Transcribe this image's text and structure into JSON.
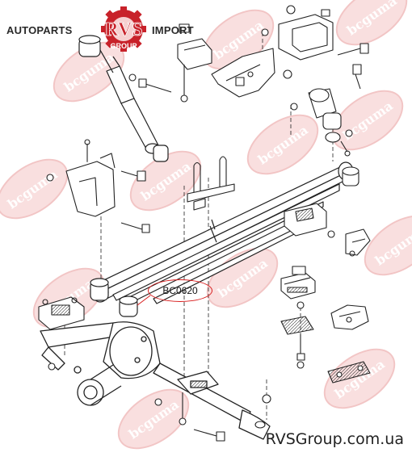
{
  "header": {
    "brand_left": "AUTOPARTS",
    "brand_right": "IMPORT",
    "logo_main": "RVS",
    "logo_sub": "GROUP"
  },
  "watermark_text": "bcguma",
  "callout": {
    "label": "BC0620"
  },
  "footer": {
    "site": "RVSGroup.com.ua"
  },
  "colors": {
    "accent": "#d81e1e",
    "logo": "#c8222a",
    "watermark": "#eb8c8c"
  }
}
